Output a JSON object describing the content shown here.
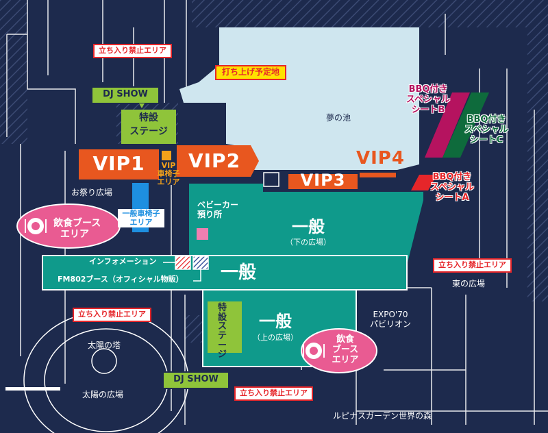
{
  "colors": {
    "navy": "#1d2a4d",
    "pond": "#cfe6ef",
    "teal": "#0f9a8b",
    "vip_orange": "#e8571f",
    "bbq_red": "#e6262a",
    "bbq_magenta": "#b5135f",
    "bbq_green": "#0e6b3c",
    "stage_green": "#8fc43a",
    "wheelchair_yellow": "#f4a11a",
    "wheelchair_blue": "#1e8fe0",
    "food_pink": "#e95b92",
    "stroller_pink": "#ee7fb1",
    "notice_yellow": "#ffe100"
  },
  "map": {
    "restricted_label": "立ち入り禁止エリア",
    "planned_launch": "打ち上げ予定地",
    "pond": "夢の池",
    "dj_show": "DJ SHOW",
    "stage_line1": "特設",
    "stage_line2": "ステージ",
    "stage_vertical": "特設ステージ",
    "vip1": "VIP1",
    "vip2": "VIP2",
    "vip3": "VIP3",
    "vip4": "VIP4",
    "vip_wheelchair": [
      "VIP",
      "車椅子",
      "エリア"
    ],
    "wheelchair": [
      "一般車椅子",
      "エリア"
    ],
    "festival_plaza": "お祭り広場",
    "food_booth": [
      "飲食ブース",
      "エリア"
    ],
    "food_booth_2": [
      "飲食",
      "ブース",
      "エリア"
    ],
    "stroller": [
      "ベビーカー",
      "預り所"
    ],
    "general": "一般",
    "general_lower": "（下の広場）",
    "general_upper": "（上の広場）",
    "information": "インフォメーション",
    "fm802": "FM802ブース（オフィシャル物販）",
    "bbq_b": [
      "BBQ付き",
      "スペシャル",
      "シートB"
    ],
    "bbq_c": [
      "BBQ付き",
      "スペシャル",
      "シートC"
    ],
    "bbq_a": [
      "BBQ付き",
      "スペシャル",
      "シートA"
    ],
    "east_plaza": "東の広場",
    "expo_pavilion": [
      "EXPO'70",
      "パビリオン"
    ],
    "tower_of_sun": "太陽の塔",
    "sun_plaza": "太陽の広場",
    "lupinus_forest": "ルピナスガーデン世界の森"
  }
}
